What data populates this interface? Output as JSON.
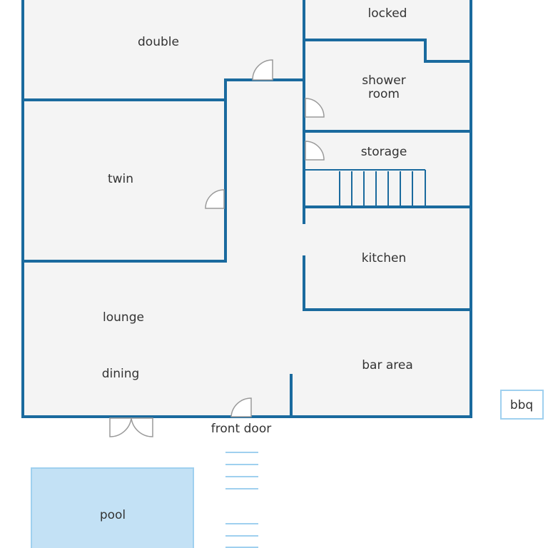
{
  "colors": {
    "wall": "#1a6a9e",
    "floor": "#f4f4f4",
    "pool": "#c3e1f5",
    "pool_edge": "#9fd0ef",
    "door": "#9a9a9a",
    "outdoor_steps": "#9fd0ef",
    "bbq_border": "#9fd0ef"
  },
  "rooms": {
    "double": "double",
    "locked": "locked",
    "shower_line1": "shower",
    "shower_line2": "room",
    "storage": "storage",
    "twin": "twin",
    "kitchen": "kitchen",
    "lounge": "lounge",
    "dining": "dining",
    "bar_area": "bar area"
  },
  "outdoor": {
    "front_door": "front door",
    "pool": "pool",
    "bbq": "bbq"
  }
}
